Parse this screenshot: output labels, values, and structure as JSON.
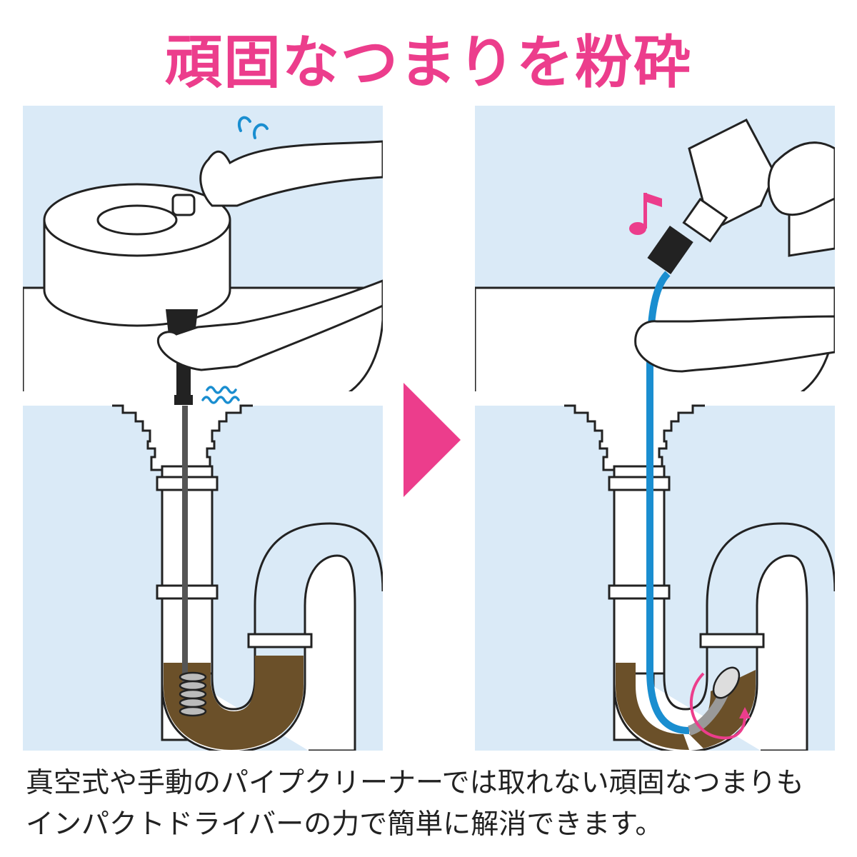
{
  "headline": "頑固なつまりを粉砕",
  "caption": {
    "line1": "真空式や手動のパイプクリーナーでは取れない頑固なつまりも",
    "line2": "インパクトドライバーの力で簡単に解消できます。"
  },
  "colors": {
    "accent": "#ec3d8c",
    "background": "#daeaf7",
    "clog": "#6b5029",
    "cable_blue": "#1a8ed0",
    "outline": "#222222"
  },
  "icons": {
    "left_hint": "sweat-marks-icon",
    "right_hint": "music-note-icon",
    "divider": "triangle-arrow-icon"
  }
}
